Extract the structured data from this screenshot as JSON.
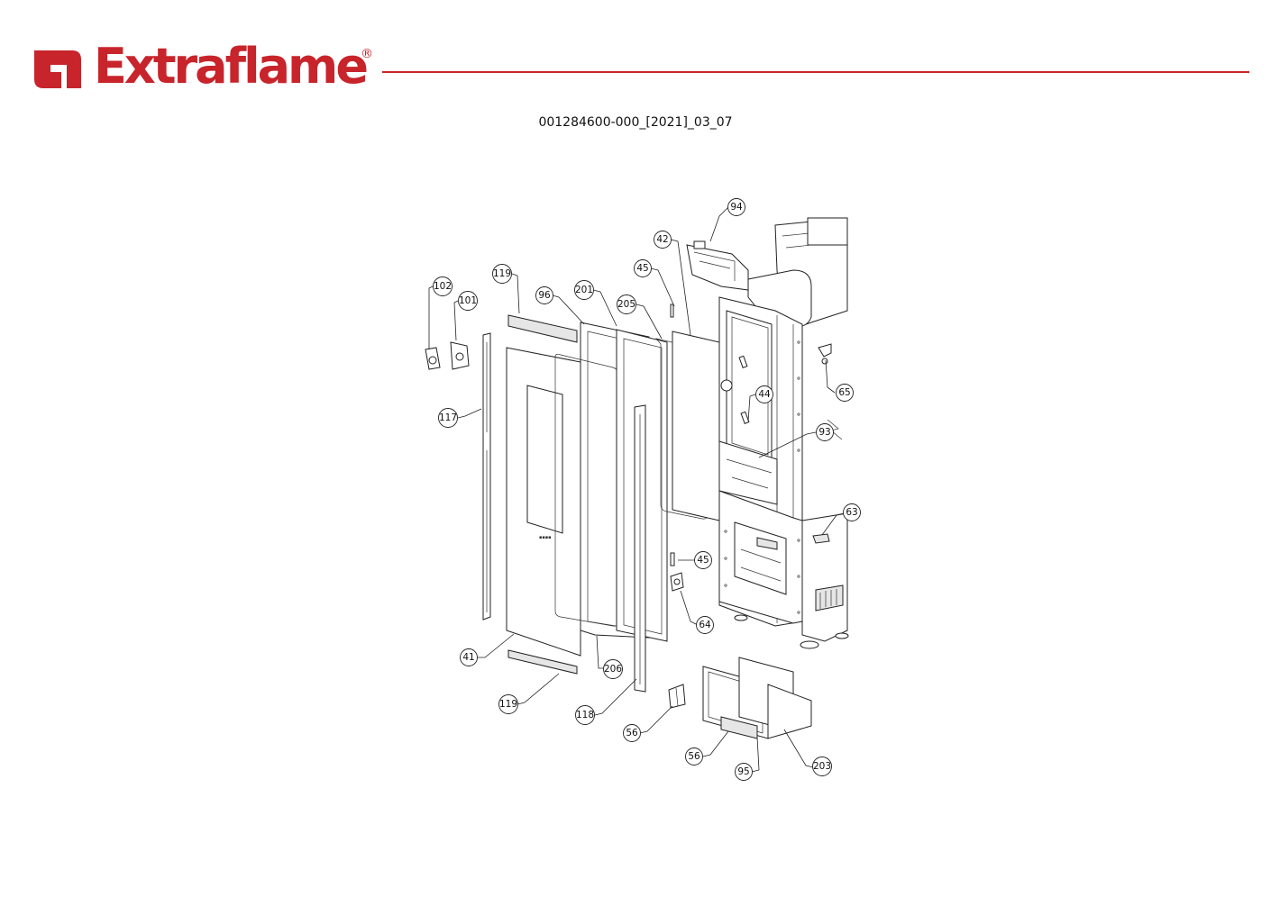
{
  "brand": {
    "name": "Extraflame",
    "registered_mark": "®",
    "color": "#c8242b"
  },
  "document": {
    "code": "001284600-000_[2021]_03_07"
  },
  "callouts": [
    {
      "id": "c94",
      "label": "94"
    },
    {
      "id": "c42",
      "label": "42"
    },
    {
      "id": "c45a",
      "label": "45"
    },
    {
      "id": "c119a",
      "label": "119"
    },
    {
      "id": "c102",
      "label": "102"
    },
    {
      "id": "c101",
      "label": "101"
    },
    {
      "id": "c96",
      "label": "96"
    },
    {
      "id": "c201",
      "label": "201"
    },
    {
      "id": "c205",
      "label": "205"
    },
    {
      "id": "c65",
      "label": "65"
    },
    {
      "id": "c44",
      "label": "44"
    },
    {
      "id": "c117",
      "label": "117"
    },
    {
      "id": "c93",
      "label": "93"
    },
    {
      "id": "c63",
      "label": "63"
    },
    {
      "id": "c45b",
      "label": "45"
    },
    {
      "id": "c64",
      "label": "64"
    },
    {
      "id": "c41",
      "label": "41"
    },
    {
      "id": "c206",
      "label": "206"
    },
    {
      "id": "c119b",
      "label": "119"
    },
    {
      "id": "c118",
      "label": "118"
    },
    {
      "id": "c56a",
      "label": "56"
    },
    {
      "id": "c56b",
      "label": "56"
    },
    {
      "id": "c95",
      "label": "95"
    },
    {
      "id": "c203",
      "label": "203"
    }
  ]
}
